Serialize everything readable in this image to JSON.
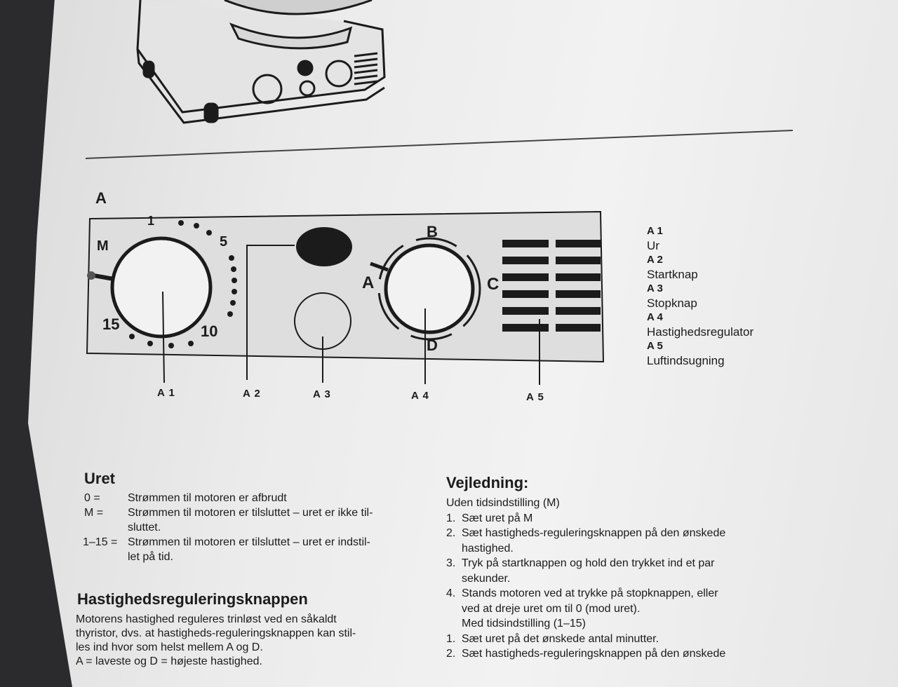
{
  "panel": {
    "letter": "A",
    "dial_marks": [
      "1",
      "5",
      "M",
      "15",
      "10"
    ],
    "speed_marks": [
      "A",
      "B",
      "C",
      "D"
    ],
    "callouts": [
      "A 1",
      "A 2",
      "A 3",
      "A 4",
      "A 5"
    ]
  },
  "legend": [
    {
      "code": "A 1",
      "text": "Ur"
    },
    {
      "code": "A 2",
      "text": "Startknap"
    },
    {
      "code": "A 3",
      "text": "Stopknap"
    },
    {
      "code": "A 4",
      "text": "Hastighedsregulator"
    },
    {
      "code": "A 5",
      "text": "Luftindsugning"
    }
  ],
  "uret": {
    "title": "Uret",
    "rows": [
      {
        "key": "0 =",
        "lines": [
          "Strømmen til motoren er afbrudt"
        ]
      },
      {
        "key": "M =",
        "lines": [
          "Strømmen til motoren er tilsluttet – uret er ikke til-",
          "sluttet."
        ]
      },
      {
        "key": "1–15 =",
        "lines": [
          "Strømmen til motoren er tilsluttet – uret er indstil-",
          "let på tid."
        ]
      }
    ]
  },
  "hastighed": {
    "title": "Hastighedsreguleringsknappen",
    "lines": [
      "Motorens hastighed reguleres trinløst ved en såkaldt",
      "thyristor, dvs. at hastigheds-reguleringsknappen kan stil-",
      "les ind hvor som helst mellem A og D.",
      "A = laveste og D = højeste hastighed."
    ]
  },
  "vejledning": {
    "title": "Vejledning:",
    "sub1": "Uden tidsindstilling (M)",
    "steps1": [
      {
        "n": "1.",
        "lines": [
          "Sæt uret på M"
        ]
      },
      {
        "n": "2.",
        "lines": [
          "Sæt hastigheds-reguleringsknappen på den ønskede",
          "hastighed."
        ]
      },
      {
        "n": "3.",
        "lines": [
          "Tryk på startknappen og hold den trykket ind et par",
          "sekunder."
        ]
      },
      {
        "n": "4.",
        "lines": [
          "Stands motoren ved at trykke på stopknappen, eller",
          "ved at dreje uret om til 0 (mod uret)."
        ]
      }
    ],
    "sub2": "Med tidsindstilling (1–15)",
    "steps2": [
      {
        "n": "1.",
        "lines": [
          "Sæt uret på det ønskede antal minutter."
        ]
      },
      {
        "n": "2.",
        "lines": [
          "Sæt hastigheds-reguleringsknappen på den ønskede"
        ]
      }
    ]
  },
  "colors": {
    "paper": "#efefef",
    "ink": "#1b1b1b",
    "background": "#2b2b2d"
  }
}
